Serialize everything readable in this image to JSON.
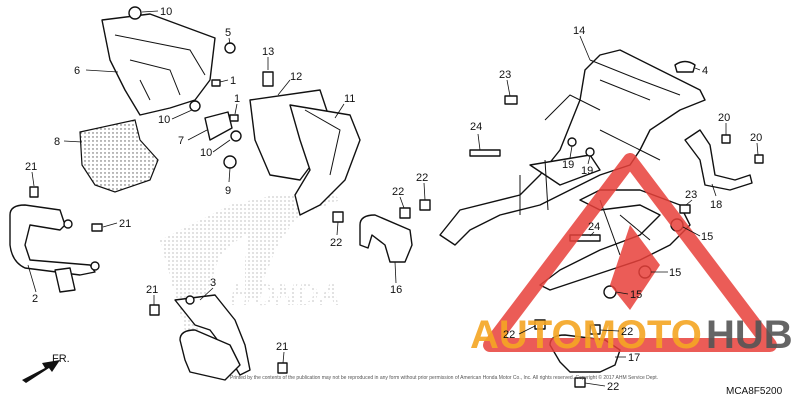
{
  "callouts": [
    {
      "id": "c10a",
      "label": "10"
    },
    {
      "id": "c5",
      "label": "5"
    },
    {
      "id": "c6",
      "label": "6"
    },
    {
      "id": "c1a",
      "label": "1"
    },
    {
      "id": "c13",
      "label": "13"
    },
    {
      "id": "c12",
      "label": "12"
    },
    {
      "id": "c11",
      "label": "11"
    },
    {
      "id": "c1b",
      "label": "1"
    },
    {
      "id": "c10b",
      "label": "10"
    },
    {
      "id": "c7",
      "label": "7"
    },
    {
      "id": "c10c",
      "label": "10"
    },
    {
      "id": "c9",
      "label": "9"
    },
    {
      "id": "c8",
      "label": "8"
    },
    {
      "id": "c21a",
      "label": "21"
    },
    {
      "id": "c21b",
      "label": "21"
    },
    {
      "id": "c2",
      "label": "2"
    },
    {
      "id": "c3",
      "label": "3"
    },
    {
      "id": "c21c",
      "label": "21"
    },
    {
      "id": "c21d",
      "label": "21"
    },
    {
      "id": "c14",
      "label": "14"
    },
    {
      "id": "c4",
      "label": "4"
    },
    {
      "id": "c23a",
      "label": "23"
    },
    {
      "id": "c24a",
      "label": "24"
    },
    {
      "id": "c19a",
      "label": "19"
    },
    {
      "id": "c19b",
      "label": "19"
    },
    {
      "id": "c20a",
      "label": "20"
    },
    {
      "id": "c20b",
      "label": "20"
    },
    {
      "id": "c18",
      "label": "18"
    },
    {
      "id": "c22a",
      "label": "22"
    },
    {
      "id": "c22b",
      "label": "22"
    },
    {
      "id": "c22c",
      "label": "22"
    },
    {
      "id": "c16",
      "label": "16"
    },
    {
      "id": "c23b",
      "label": "23"
    },
    {
      "id": "c24b",
      "label": "24"
    },
    {
      "id": "c15a",
      "label": "15"
    },
    {
      "id": "c15b",
      "label": "15"
    },
    {
      "id": "c15c",
      "label": "15"
    },
    {
      "id": "c22d",
      "label": "22"
    },
    {
      "id": "c22e",
      "label": "22"
    },
    {
      "id": "c17",
      "label": "17"
    },
    {
      "id": "c22f",
      "label": "22"
    }
  ],
  "front_arrow_label": "FR.",
  "diagram_code": "MCA8F5200",
  "watermark": {
    "part1": "AUTOMOTO",
    "part2": "HUB",
    "color1": "#f5a623",
    "color2": "#555555",
    "triangle_color": "#e8403a"
  },
  "honda_logo_text": "HONDA",
  "copyright_text": "Printed by the contents of the publication may not be reproduced in any form without prior permission of American Honda Motor Co., Inc. All rights reserved. Copyright © 2017 AHM Service Dept."
}
